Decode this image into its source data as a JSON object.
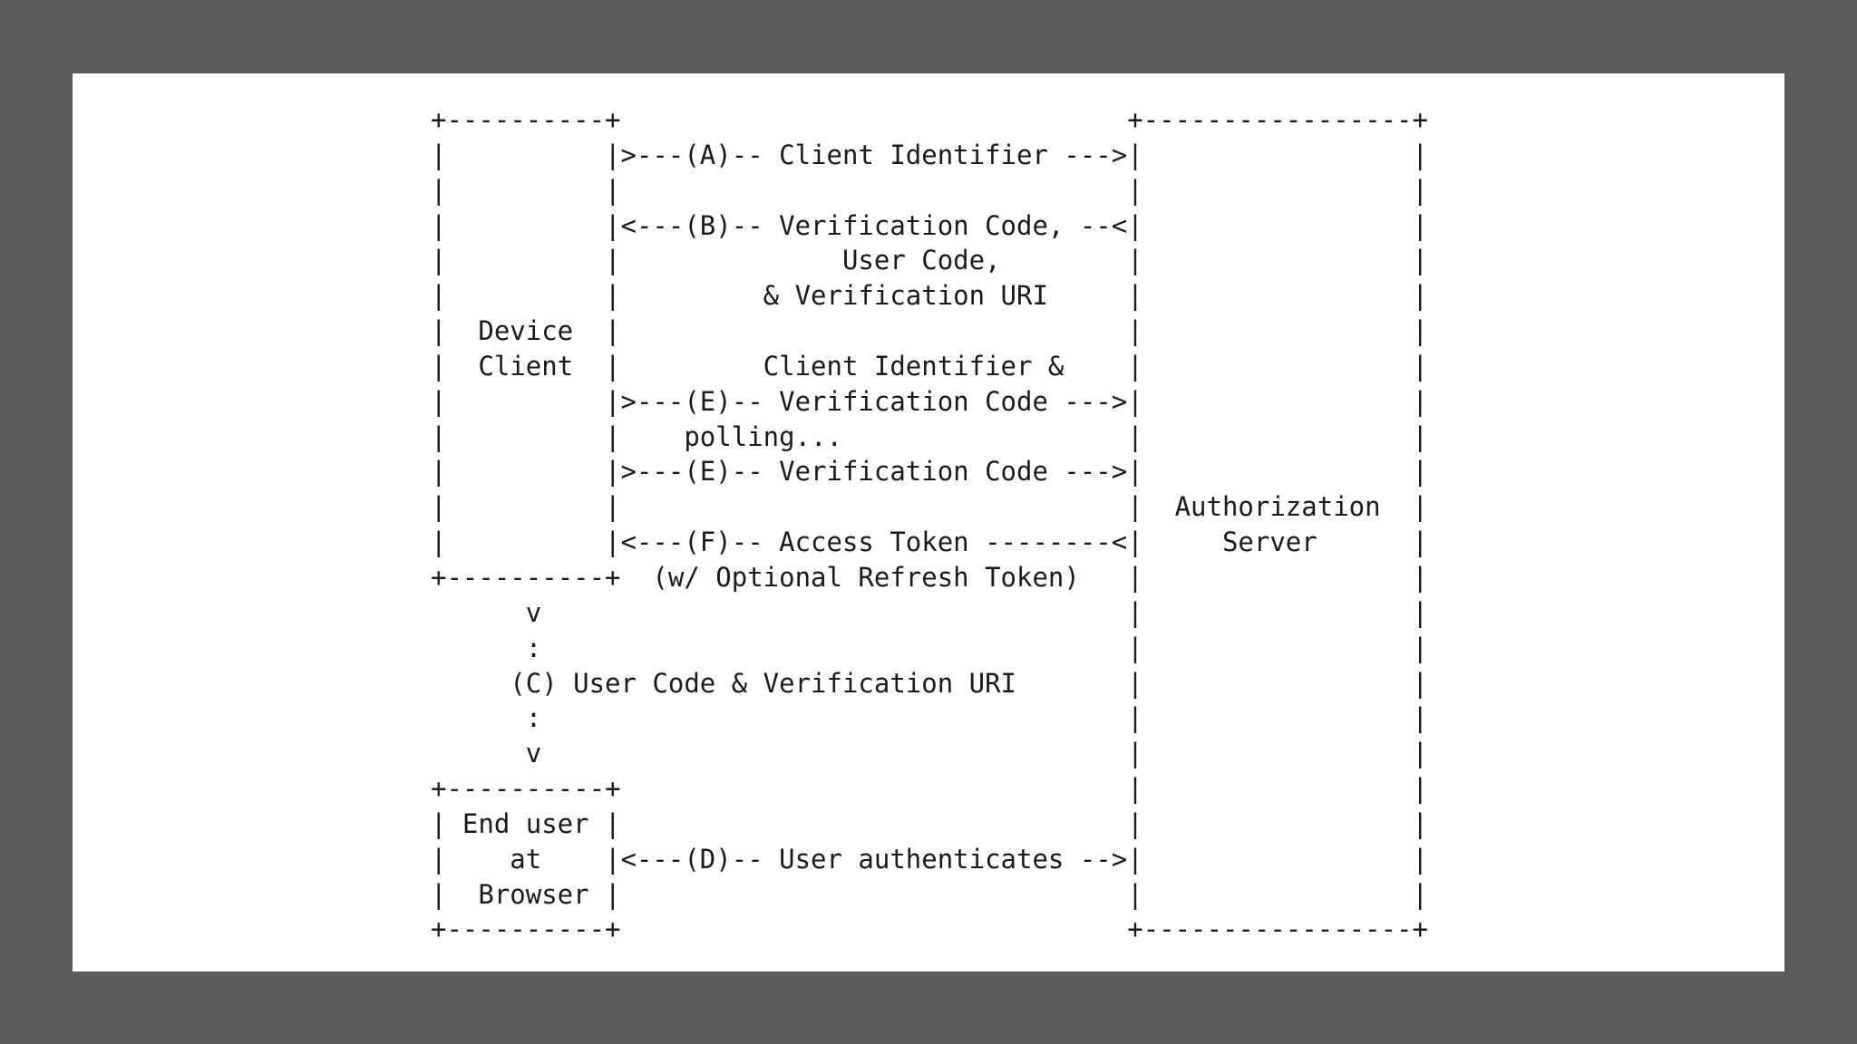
{
  "colors": {
    "background": "#5a5a5c",
    "card": "#ffffff",
    "text": "#1b1b1b"
  },
  "diagram": {
    "lines": [
      "+----------+                                +-----------------+",
      "|          |>---(A)-- Client Identifier --->|                 |",
      "|          |                                |                 |",
      "|          |<---(B)-- Verification Code, --<|                 |",
      "|          |              User Code,        |                 |",
      "|          |         & Verification URI     |                 |",
      "|  Device  |                                |                 |",
      "|  Client  |         Client Identifier &    |                 |",
      "|          |>---(E)-- Verification Code --->|                 |",
      "|          |    polling...                  |                 |",
      "|          |>---(E)-- Verification Code --->|                 |",
      "|          |                                |  Authorization  |",
      "|          |<---(F)-- Access Token --------<|     Server      |",
      "+----------+  (w/ Optional Refresh Token)   |                 |",
      "      v                                     |                 |",
      "      :                                     |                 |",
      "     (C) User Code & Verification URI       |                 |",
      "      :                                     |                 |",
      "      v                                     |                 |",
      "+----------+                                |                 |",
      "| End user |                                |                 |",
      "|    at    |<---(D)-- User authenticates -->|                 |",
      "|  Browser |                                |                 |",
      "+----------+                                +-----------------+"
    ]
  }
}
